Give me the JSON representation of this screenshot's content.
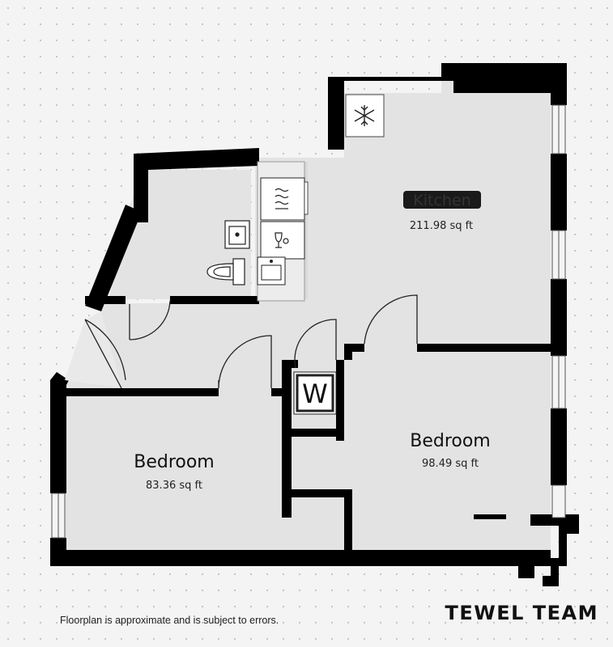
{
  "rooms": {
    "kitchen": {
      "name": "Kitchen",
      "area": "211.98 sq ft"
    },
    "bedroom_right": {
      "name": "Bedroom",
      "area": "98.49 sq ft"
    },
    "bedroom_left": {
      "name": "Bedroom",
      "area": "83.36 sq ft"
    }
  },
  "closet_label": "W",
  "freezer_icon": "snowflake-icon",
  "footer": {
    "disclaimer": "Floorplan is approximate and is subject to errors.",
    "brand": "TEWEL TEAM"
  }
}
